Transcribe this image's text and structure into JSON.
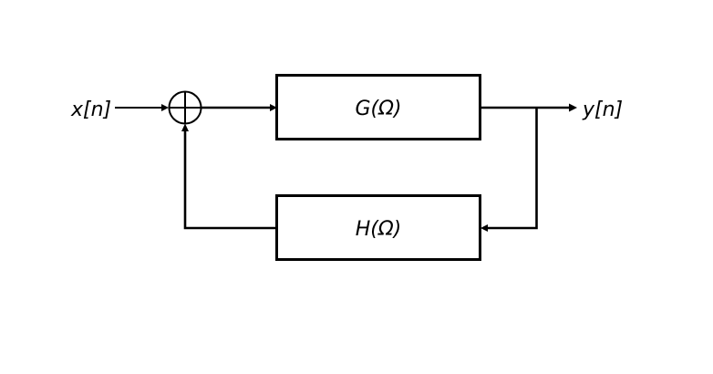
{
  "input_label": "x[n]",
  "output_label": "y[n]",
  "forward_block": {
    "label": "G(Ω)"
  },
  "feedback_block": {
    "label": "H(Ω)"
  },
  "summing_junction": {
    "symbol": "circle-plus"
  },
  "colors": {
    "stroke": "#000000",
    "background": "#ffffff"
  }
}
